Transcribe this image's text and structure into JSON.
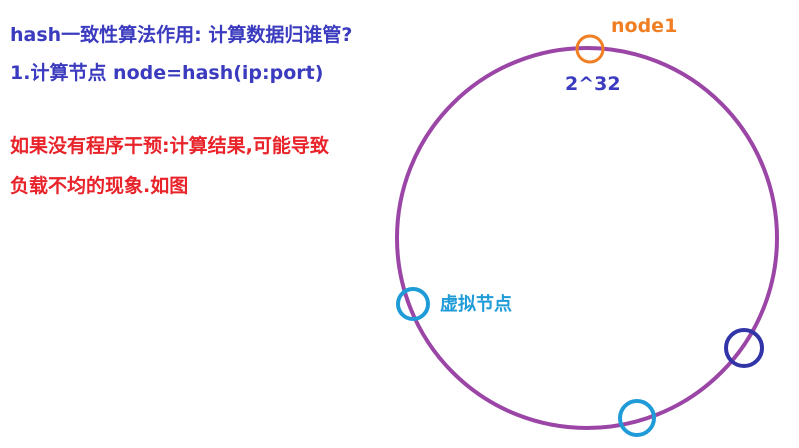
{
  "notes": {
    "line1": "hash一致性算法作用: 计算数据归谁管?",
    "line2": "1.计算节点  node=hash(ip:port)",
    "line3": "如果没有程序干预:计算结果,可能导致",
    "line4": "负载不均的现象.如图"
  },
  "ring": {
    "top_label": "2^32",
    "node1_label": "node1",
    "virtual_label": "虚拟节点"
  },
  "colors": {
    "blue_text": "#3b3bbf",
    "red_text": "#e8232a",
    "ring": "#9b46a6",
    "node1": "#f07f23",
    "virtual": "#1f9bd8",
    "dark_node": "#3135a8",
    "light_label": "#1f9bd8"
  }
}
